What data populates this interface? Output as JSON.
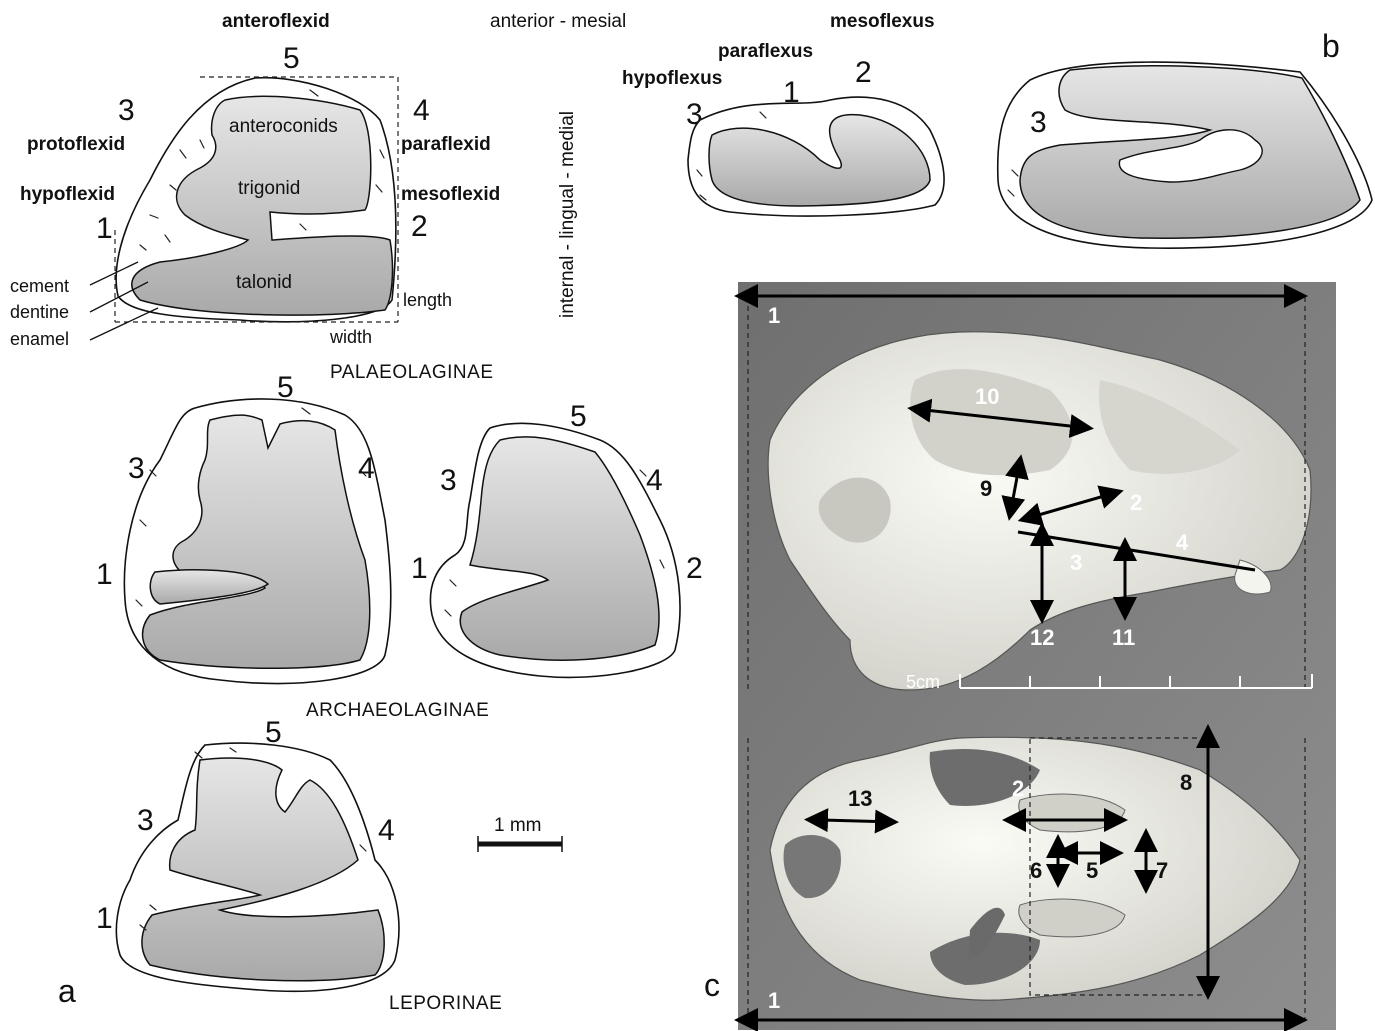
{
  "panel_labels": {
    "a": "a",
    "b": "b",
    "c": "c"
  },
  "orientation": {
    "top": "anterior - mesial",
    "side": "internal - lingual - medial"
  },
  "panel_a": {
    "flexids": {
      "anteroflexid": "anteroflexid",
      "protoflexid": "protoflexid",
      "hypoflexid": "hypoflexid",
      "paraflexid": "paraflexid",
      "mesoflexid": "mesoflexid"
    },
    "numbers": {
      "n1": "1",
      "n2": "2",
      "n3": "3",
      "n4": "4",
      "n5": "5"
    },
    "parts": {
      "anteroconids": "anteroconids",
      "trigonid": "trigonid",
      "talonid": "talonid"
    },
    "tissues": {
      "cement": "cement",
      "dentine": "dentine",
      "enamel": "enamel"
    },
    "dimensions": {
      "length": "length",
      "width": "width"
    },
    "subfamilies": {
      "palaeolaginae": "PALAEOLAGINAE",
      "archaeolaginae": "ARCHAEOLAGINAE",
      "leporinae": "LEPORINAE"
    },
    "scale_bar": "1 mm"
  },
  "panel_b": {
    "flexus": {
      "hypoflexus": "hypoflexus",
      "paraflexus": "paraflexus",
      "mesoflexus": "mesoflexus"
    },
    "numbers": {
      "n1": "1",
      "n2": "2",
      "n3": "3"
    }
  },
  "panel_c": {
    "scale_bar": "5cm",
    "lateral_measurements": [
      "1",
      "10",
      "9",
      "2",
      "3",
      "4",
      "12",
      "11"
    ],
    "ventral_measurements": [
      "13",
      "2",
      "8",
      "6",
      "5",
      "7",
      "1"
    ]
  },
  "colors": {
    "dentine": "#b8b8b8",
    "photo_bg": "#7d7d7d",
    "bone": "#e8e8e2"
  }
}
